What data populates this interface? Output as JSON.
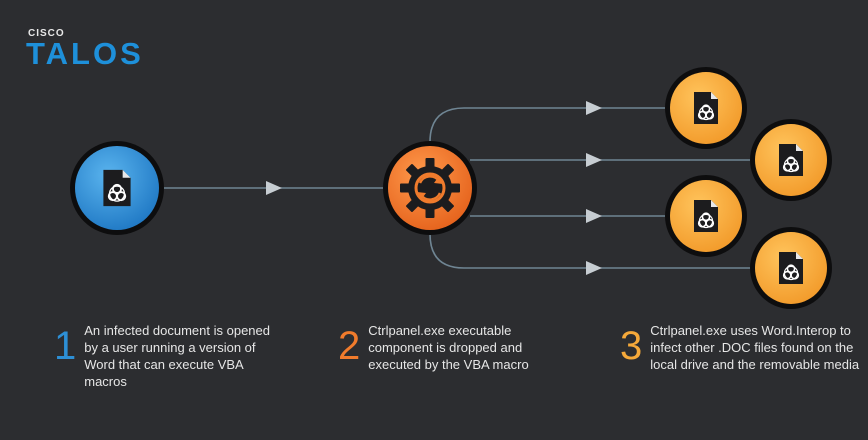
{
  "logo": {
    "brand": "CISCO",
    "name": "TALOS"
  },
  "steps": [
    {
      "number": "1",
      "text": "An infected document is opened by a user running a version of Word that can execute VBA macros"
    },
    {
      "number": "2",
      "text": "Ctrlpanel.exe executable component is dropped and executed by the VBA macro"
    },
    {
      "number": "3",
      "text": "Ctrlpanel.exe uses Word.Interop to infect other .DOC files found on the local drive and the removable media"
    }
  ],
  "nodes": {
    "source": {
      "icon": "biohazard-document-icon"
    },
    "dropper": {
      "icon": "gear-icon"
    },
    "targets": [
      {
        "icon": "biohazard-document-icon"
      },
      {
        "icon": "biohazard-document-icon"
      },
      {
        "icon": "biohazard-document-icon"
      },
      {
        "icon": "biohazard-document-icon"
      }
    ]
  },
  "colors": {
    "background": "#2c2d30",
    "blue": "#2d8fd5",
    "orange": "#f07b2c",
    "amber": "#f5a93a",
    "connector": "#6f8593",
    "ring": "#0d0d0e"
  }
}
